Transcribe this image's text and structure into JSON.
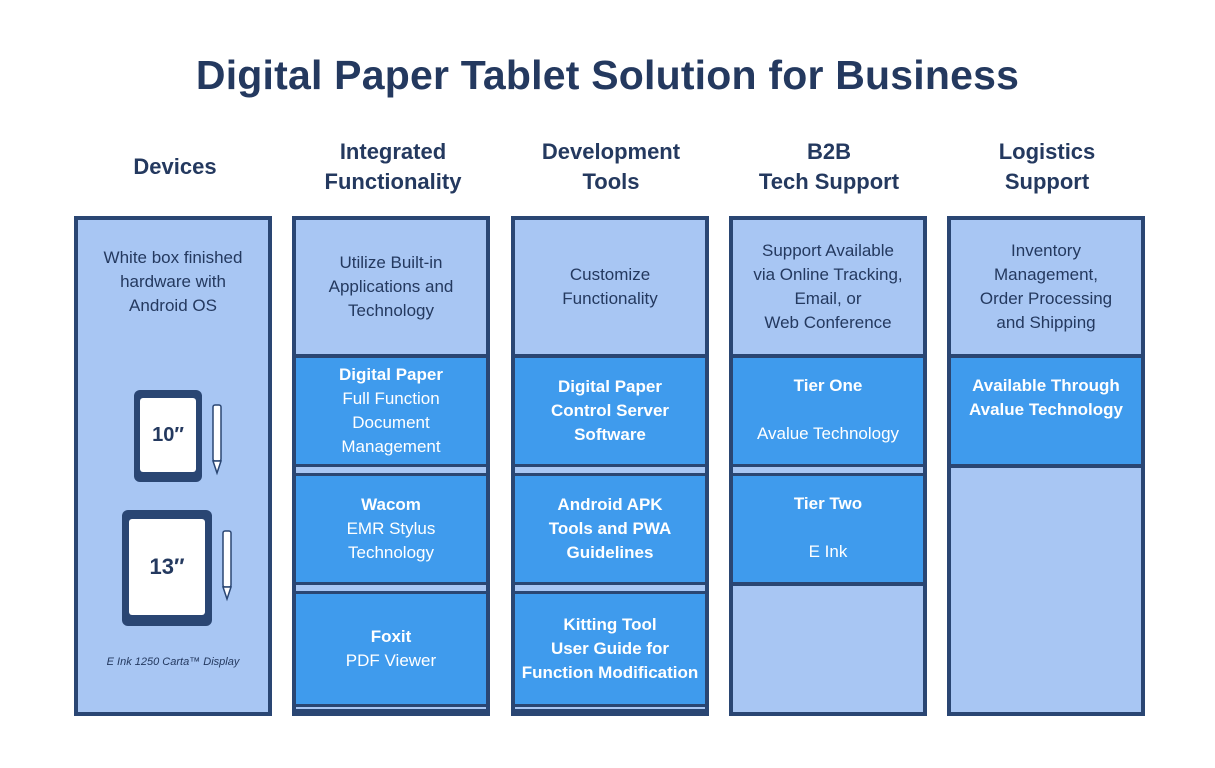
{
  "title": "Digital Paper Tablet Solution for Business",
  "columns": [
    {
      "header": "Devices",
      "text": "White box finished\nhardware with\nAndroid OS",
      "tablets": [
        "10″",
        "13″"
      ],
      "caption": "E Ink 1250 Carta™ Display"
    },
    {
      "header": "Integrated\nFunctionality",
      "top": "Utilize Built-in\nApplications and\nTechnology",
      "items": [
        {
          "bold": "Digital Paper",
          "text": "Full Function\nDocument\nManagement"
        },
        {
          "bold": "Wacom",
          "text": "EMR Stylus\nTechnology"
        },
        {
          "bold": "Foxit",
          "text": "PDF Viewer"
        }
      ]
    },
    {
      "header": "Development\nTools",
      "top": "Customize\nFunctionality",
      "items": [
        {
          "bold": "Digital Paper\nControl Server\nSoftware",
          "text": ""
        },
        {
          "bold": "Android APK\nTools and PWA\nGuidelines",
          "text": ""
        },
        {
          "bold": "Kitting Tool\nUser Guide for\nFunction Modification",
          "text": ""
        }
      ]
    },
    {
      "header": "B2B\nTech Support",
      "top": "Support Available\nvia Online Tracking,\nEmail, or\nWeb Conference",
      "items": [
        {
          "bold": "Tier One",
          "text": "Avalue Technology"
        },
        {
          "bold": "Tier Two",
          "text": "E Ink"
        }
      ]
    },
    {
      "header": "Logistics\nSupport",
      "top": "Inventory\nManagement,\nOrder Processing\nand Shipping",
      "items": [
        {
          "bold": "Available Through\nAvalue Technology",
          "text": ""
        }
      ]
    }
  ]
}
